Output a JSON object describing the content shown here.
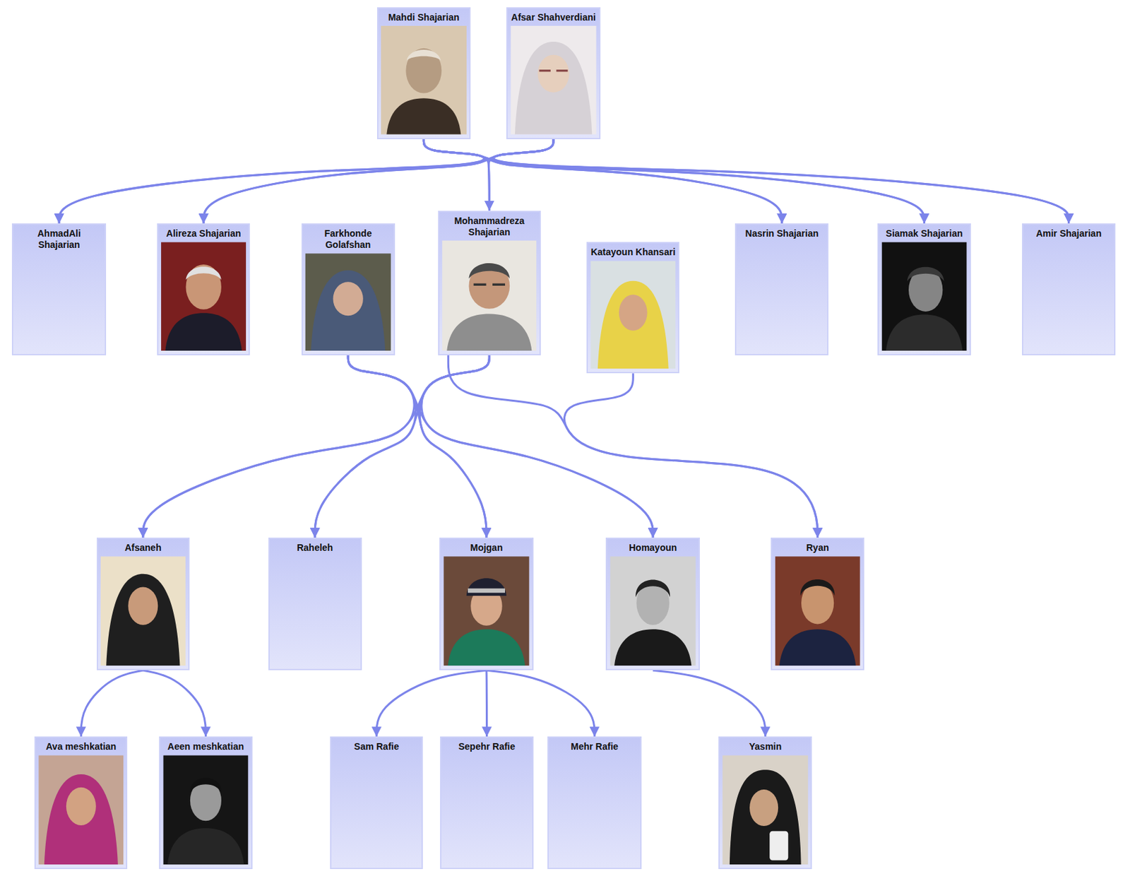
{
  "diagram": {
    "nodes": [
      {
        "text": [
          "Mahdi Shajarian"
        ]
      },
      {
        "text": [
          "Afsar Shahverdiani"
        ]
      },
      {
        "text": [
          "AhmadAli Shajarian"
        ]
      },
      {
        "text": [
          "Alireza Shajarian"
        ]
      },
      {
        "text": [
          "Farkhonde Golafshan"
        ]
      },
      {
        "text": [
          "Mohammadreza Shajarian"
        ]
      },
      {
        "text": [
          "Katayoun Khansari"
        ]
      },
      {
        "text": [
          "Nasrin Shajarian"
        ]
      },
      {
        "text": [
          "Siamak Shajarian"
        ]
      },
      {
        "text": [
          "Amir Shajarian"
        ]
      },
      {
        "text": [
          "Afsaneh"
        ]
      },
      {
        "text": [
          "Raheleh"
        ]
      },
      {
        "text": [
          "Mojgan"
        ]
      },
      {
        "text": [
          "Homayoun"
        ]
      },
      {
        "text": [
          "Ryan"
        ]
      },
      {
        "text": [
          "Ava meshkatian"
        ]
      },
      {
        "text": [
          "Aeen meshkatian"
        ]
      },
      {
        "text": [
          "Sam Rafie"
        ]
      },
      {
        "text": [
          "Sepehr Rafie"
        ]
      },
      {
        "text": [
          "Mehr Rafie"
        ]
      },
      {
        "text": [
          "Yasmin"
        ]
      }
    ],
    "edges": [
      {
        "from": 0,
        "to": 2,
        "arrow": "to"
      },
      {
        "from": 0,
        "to": 3,
        "arrow": "to"
      },
      {
        "from": 0,
        "to": 5,
        "arrow": "to"
      },
      {
        "from": 0,
        "to": 7,
        "arrow": "to"
      },
      {
        "from": 0,
        "to": 8,
        "arrow": "to"
      },
      {
        "from": 0,
        "to": 9,
        "arrow": "to"
      },
      {
        "from": 1,
        "to": 2,
        "arrow": "to"
      },
      {
        "from": 1,
        "to": 3,
        "arrow": "to"
      },
      {
        "from": 1,
        "to": 5,
        "arrow": "to"
      },
      {
        "from": 1,
        "to": 7,
        "arrow": "to"
      },
      {
        "from": 1,
        "to": 8,
        "arrow": "to"
      },
      {
        "from": 1,
        "to": 9,
        "arrow": "to"
      },
      {
        "from": 4,
        "to": 10,
        "arrow": "to"
      },
      {
        "from": 4,
        "to": 11,
        "arrow": "to"
      },
      {
        "from": 4,
        "to": 12,
        "arrow": "to"
      },
      {
        "from": 4,
        "to": 13,
        "arrow": "to"
      },
      {
        "from": 5,
        "to": 10,
        "arrow": "to"
      },
      {
        "from": 5,
        "to": 11,
        "arrow": "to"
      },
      {
        "from": 5,
        "to": 12,
        "arrow": "to"
      },
      {
        "from": 5,
        "to": 13,
        "arrow": "to"
      },
      {
        "from": 5,
        "to": 14,
        "arrow": "to"
      },
      {
        "from": 6,
        "to": 14,
        "arrow": "to"
      },
      {
        "from": 10,
        "to": 15,
        "arrow": "to"
      },
      {
        "from": 10,
        "to": 16,
        "arrow": "to"
      },
      {
        "from": 12,
        "to": 17,
        "arrow": "to"
      },
      {
        "from": 12,
        "to": 18,
        "arrow": "to"
      },
      {
        "from": 12,
        "to": 19,
        "arrow": "to"
      },
      {
        "from": 13,
        "to": 20,
        "arrow": "to"
      }
    ]
  }
}
